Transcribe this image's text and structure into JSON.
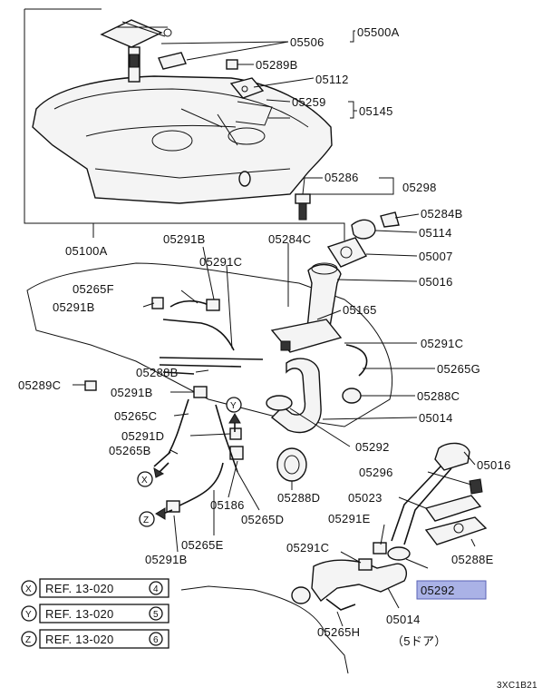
{
  "labels": {
    "p05500A": "05500A",
    "p05506": "05506",
    "p05289B": "05289B",
    "p05112": "05112",
    "p05259": "05259",
    "p05145": "05145",
    "p05286": "05286",
    "p05298": "05298",
    "p05284B": "05284B",
    "p05114": "05114",
    "p05007": "05007",
    "p05016a": "05016",
    "p05100A": "05100A",
    "p05291B_a": "05291B",
    "p05284C": "05284C",
    "p05291C_a": "05291C",
    "p05265F": "05265F",
    "p05291B_b": "05291B",
    "p05165": "05165",
    "p05291C_b": "05291C",
    "p05288B": "05288B",
    "p05265G": "05265G",
    "p05289C": "05289C",
    "p05291B_c": "05291B",
    "p05288C": "05288C",
    "p05265C": "05265C",
    "p05014a": "05014",
    "p05291D": "05291D",
    "p05292a": "05292",
    "p05265B": "05265B",
    "p05016b": "05016",
    "p05296": "05296",
    "p05023": "05023",
    "p05186": "05186",
    "p05288D": "05288D",
    "p05265D": "05265D",
    "p05291E": "05291E",
    "p05265E": "05265E",
    "p05291B_d": "05291B",
    "p05291C_c": "05291C",
    "p05288E": "05288E",
    "p05292b": "05292",
    "p05014b": "05014",
    "p05265H": "05265H",
    "door_note": "（5ドア）",
    "diagram_code": "3XC1B21"
  },
  "markers": {
    "x": "X",
    "y": "Y",
    "z": "Z"
  },
  "refs": [
    {
      "marker": "X",
      "text": "REF. 13-020",
      "num": "4"
    },
    {
      "marker": "Y",
      "text": "REF. 13-020",
      "num": "5"
    },
    {
      "marker": "Z",
      "text": "REF. 13-020",
      "num": "6"
    }
  ],
  "highlight_color": "#aab2e6"
}
